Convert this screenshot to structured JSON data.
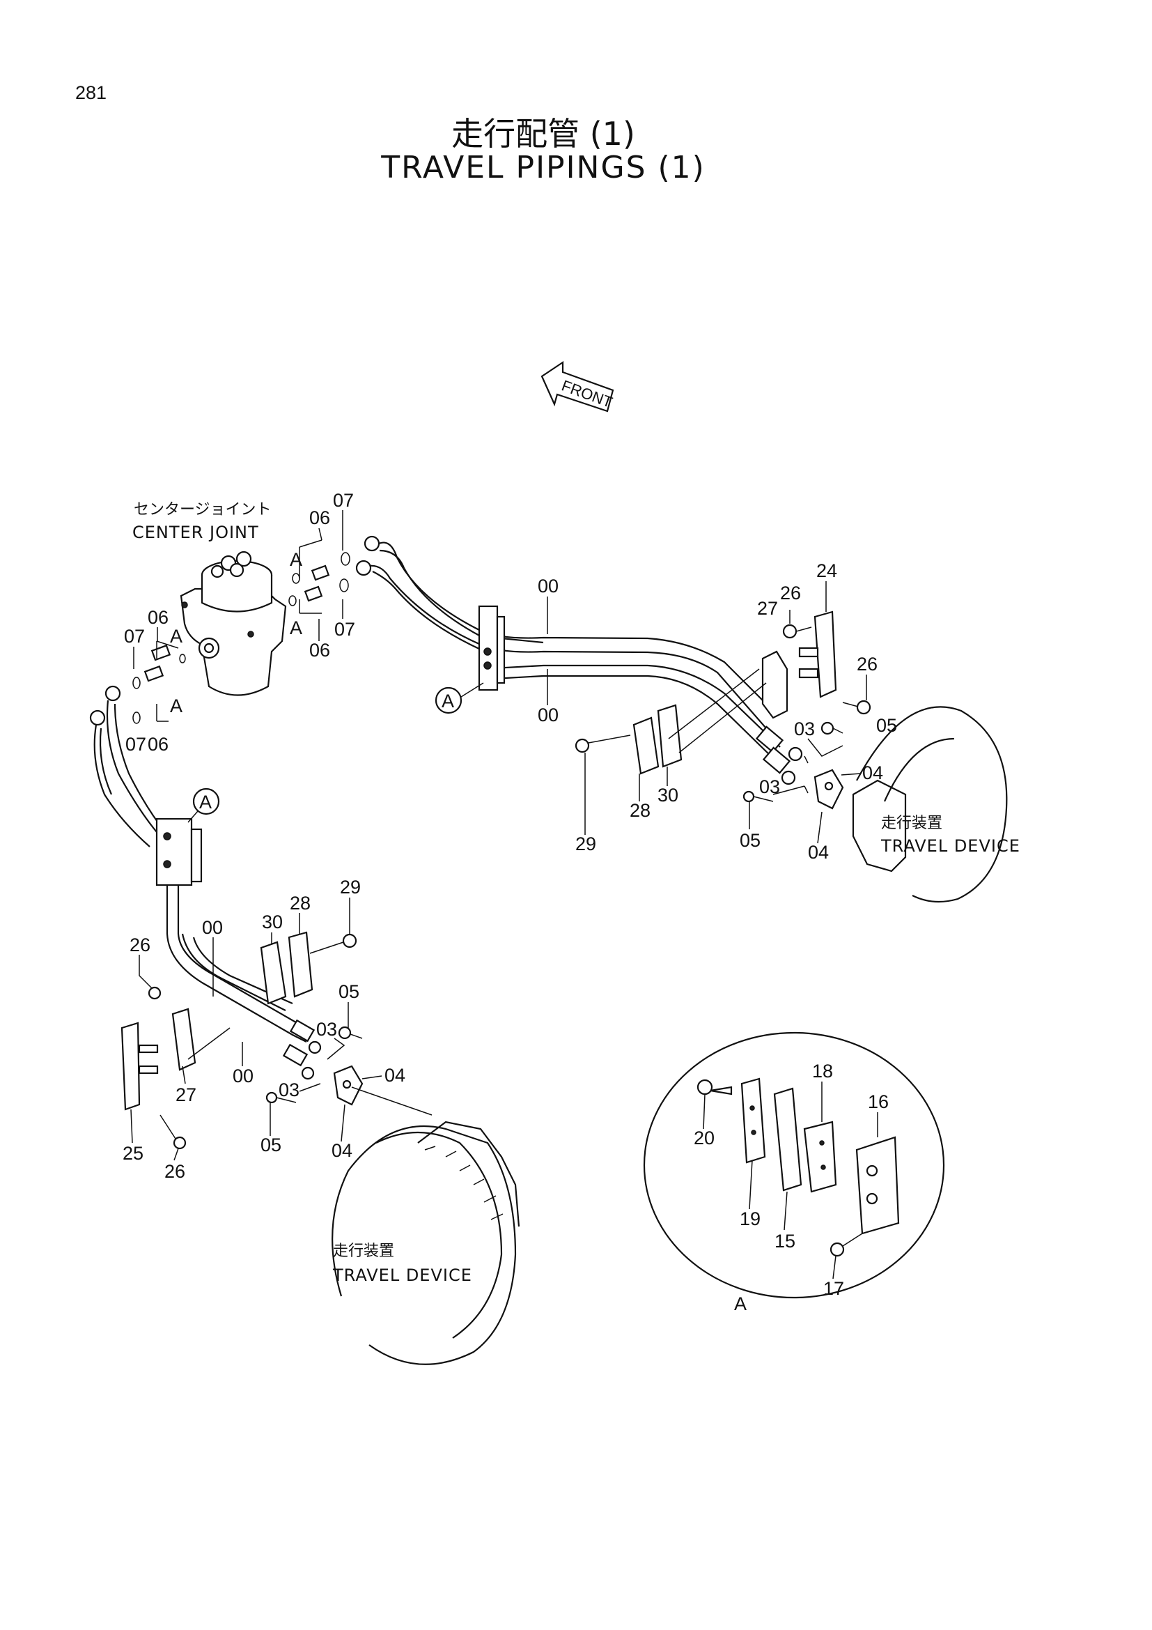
{
  "page_number": "281",
  "title": {
    "jp": "走行配管 (1)",
    "en": "TRAVEL PIPINGS (1)"
  },
  "front_label": "FRONT",
  "callouts": {
    "center_joint_jp": "センタージョイント",
    "center_joint_en": "CENTER JOINT",
    "travel_device_right_jp": "走行装置",
    "travel_device_right_en": "TRAVEL DEVICE",
    "travel_device_left_jp": "走行装置",
    "travel_device_left_en": "TRAVEL DEVICE",
    "detail_marker": "A",
    "detail_view_label": "A"
  },
  "part_labels": [
    {
      "id": "07a",
      "text": "07"
    },
    {
      "id": "06a",
      "text": "06"
    },
    {
      "id": "A1",
      "text": "A"
    },
    {
      "id": "A2",
      "text": "A"
    },
    {
      "id": "07b",
      "text": "07"
    },
    {
      "id": "06b",
      "text": "06"
    },
    {
      "id": "07c",
      "text": "07"
    },
    {
      "id": "06c",
      "text": "06"
    },
    {
      "id": "A3",
      "text": "A"
    },
    {
      "id": "A4",
      "text": "A"
    },
    {
      "id": "07d",
      "text": "07"
    },
    {
      "id": "06d",
      "text": "06"
    },
    {
      "id": "00a",
      "text": "00"
    },
    {
      "id": "00b",
      "text": "00"
    },
    {
      "id": "27a",
      "text": "27"
    },
    {
      "id": "26a",
      "text": "26"
    },
    {
      "id": "24",
      "text": "24"
    },
    {
      "id": "26b",
      "text": "26"
    },
    {
      "id": "03a",
      "text": "03"
    },
    {
      "id": "05a",
      "text": "05"
    },
    {
      "id": "04a",
      "text": "04"
    },
    {
      "id": "03b",
      "text": "03"
    },
    {
      "id": "05b",
      "text": "05"
    },
    {
      "id": "04b",
      "text": "04"
    },
    {
      "id": "30a",
      "text": "30"
    },
    {
      "id": "28a",
      "text": "28"
    },
    {
      "id": "29a",
      "text": "29"
    },
    {
      "id": "29b",
      "text": "29"
    },
    {
      "id": "28b",
      "text": "28"
    },
    {
      "id": "30b",
      "text": "30"
    },
    {
      "id": "00c",
      "text": "00"
    },
    {
      "id": "26c",
      "text": "26"
    },
    {
      "id": "05c",
      "text": "05"
    },
    {
      "id": "03c",
      "text": "03"
    },
    {
      "id": "04c",
      "text": "04"
    },
    {
      "id": "03d",
      "text": "03"
    },
    {
      "id": "00d",
      "text": "00"
    },
    {
      "id": "27b",
      "text": "27"
    },
    {
      "id": "25",
      "text": "25"
    },
    {
      "id": "26d",
      "text": "26"
    },
    {
      "id": "05d",
      "text": "05"
    },
    {
      "id": "04d",
      "text": "04"
    },
    {
      "id": "20",
      "text": "20"
    },
    {
      "id": "18",
      "text": "18"
    },
    {
      "id": "16",
      "text": "16"
    },
    {
      "id": "19",
      "text": "19"
    },
    {
      "id": "15",
      "text": "15"
    },
    {
      "id": "17",
      "text": "17"
    }
  ]
}
